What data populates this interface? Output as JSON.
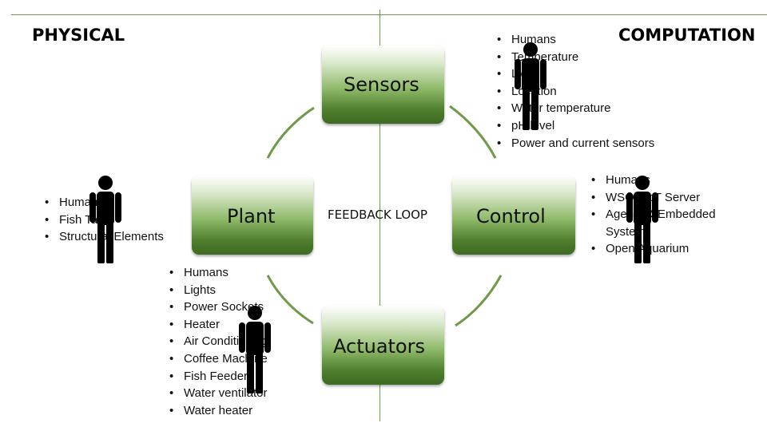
{
  "headers": {
    "physical": "PHYSICAL",
    "computation": "COMPUTATION"
  },
  "nodes": {
    "sensors": "Sensors",
    "plant": "Plant",
    "control": "Control",
    "actuators": "Actuators"
  },
  "center_label": "FEEDBACK LOOP",
  "sensor_list": [
    "Humans",
    "Temperature",
    "Light",
    "Location",
    "Water temperature",
    "pH level",
    "Power and current sensors"
  ],
  "plant_list": [
    "Humans",
    "Fish Tank",
    "Structural Elements"
  ],
  "actuator_list": [
    "Humans",
    "Lights",
    "Power Sockets",
    "Heater",
    "Air Conditioning",
    "Coffee Machine",
    "Fish Feeder",
    "Water ventilator",
    "Water heater"
  ],
  "control_list": [
    "Humans",
    "WSO2 IoT Server",
    "Agents & Embedded System",
    "Open Aquarium"
  ],
  "colors": {
    "node_dark": "#3d6a22",
    "node_light": "#8fba6a",
    "arc": "#6f9a4a",
    "line": "#6f9a4a",
    "person": "#000000"
  },
  "icons": [
    "person-icon"
  ]
}
